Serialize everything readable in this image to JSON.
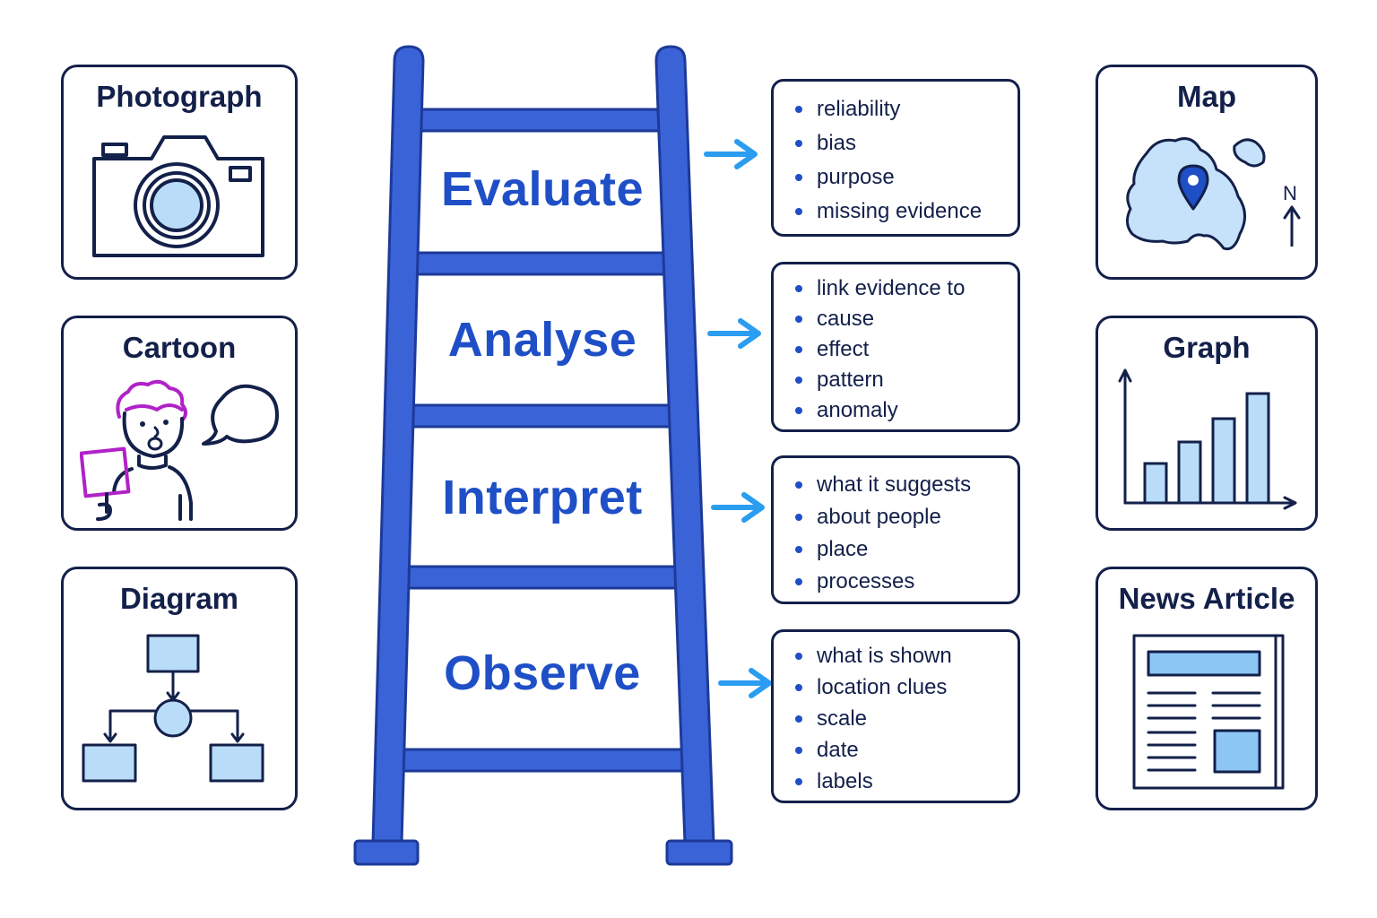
{
  "source_cards": {
    "left": [
      {
        "title": "Photograph",
        "icon": "camera-icon"
      },
      {
        "title": "Cartoon",
        "icon": "cartoon-person-icon"
      },
      {
        "title": "Diagram",
        "icon": "flowchart-icon"
      }
    ],
    "right": [
      {
        "title": "Map",
        "icon": "map-icon",
        "north_label": "N"
      },
      {
        "title": "Graph",
        "icon": "bar-graph-icon"
      },
      {
        "title": "News Article",
        "icon": "newspaper-icon"
      }
    ]
  },
  "ladder": {
    "steps": [
      {
        "label": "Evaluate",
        "points": [
          "reliability",
          "bias",
          "purpose",
          "missing evidence"
        ]
      },
      {
        "label": "Analyse",
        "points": [
          "link evidence to",
          "cause",
          "effect",
          "pattern",
          "anomaly"
        ]
      },
      {
        "label": "Interpret",
        "points": [
          "what it suggests",
          "about people",
          "place",
          "processes"
        ]
      },
      {
        "label": "Observe",
        "points": [
          "what is shown",
          "location clues",
          "scale",
          "date",
          "labels"
        ]
      }
    ]
  },
  "colors": {
    "ladder_blue": "#3b63d8",
    "text_blue": "#1f4fc6",
    "arrow_blue": "#2a9df0",
    "outline_navy": "#13204a",
    "fill_light_blue": "#b9dcf8",
    "accent_purple": "#b022c8"
  }
}
